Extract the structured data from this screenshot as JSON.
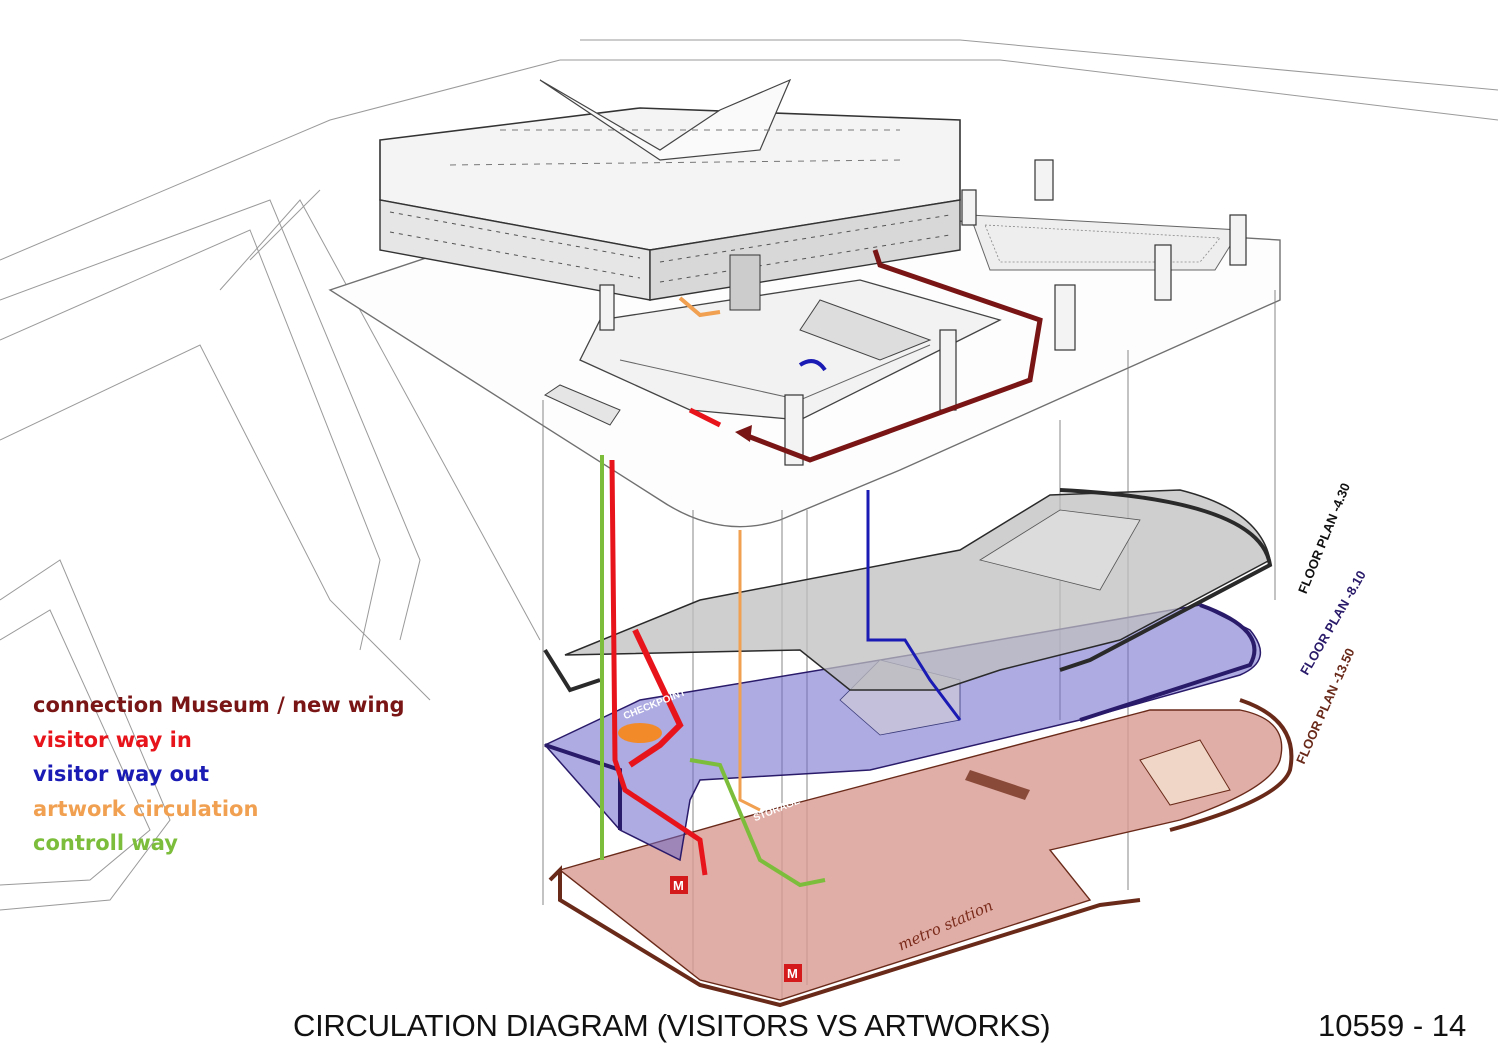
{
  "title": "CIRCULATION DIAGRAM (VISITORS VS ARTWORKS)",
  "code": "10559 - 14",
  "legend": [
    {
      "label": "connection Museum / new wing",
      "color": "#7a1515"
    },
    {
      "label": "visitor way in",
      "color": "#e8141c"
    },
    {
      "label": "visitor way out",
      "color": "#1a1ab4"
    },
    {
      "label": "artwork circulation",
      "color": "#f0a050"
    },
    {
      "label": "controll way",
      "color": "#7cbe3c"
    }
  ],
  "floor_plans": {
    "level1": "FLOOR PLAN -4.30",
    "level2": "FLOOR PLAN -8.10",
    "level3": "FLOOR PLAN -13.50"
  },
  "labels": {
    "checkpoint": "CHECKPOINT",
    "storage": "STORAGE",
    "metro": "metro station",
    "metro_icon": "M"
  }
}
